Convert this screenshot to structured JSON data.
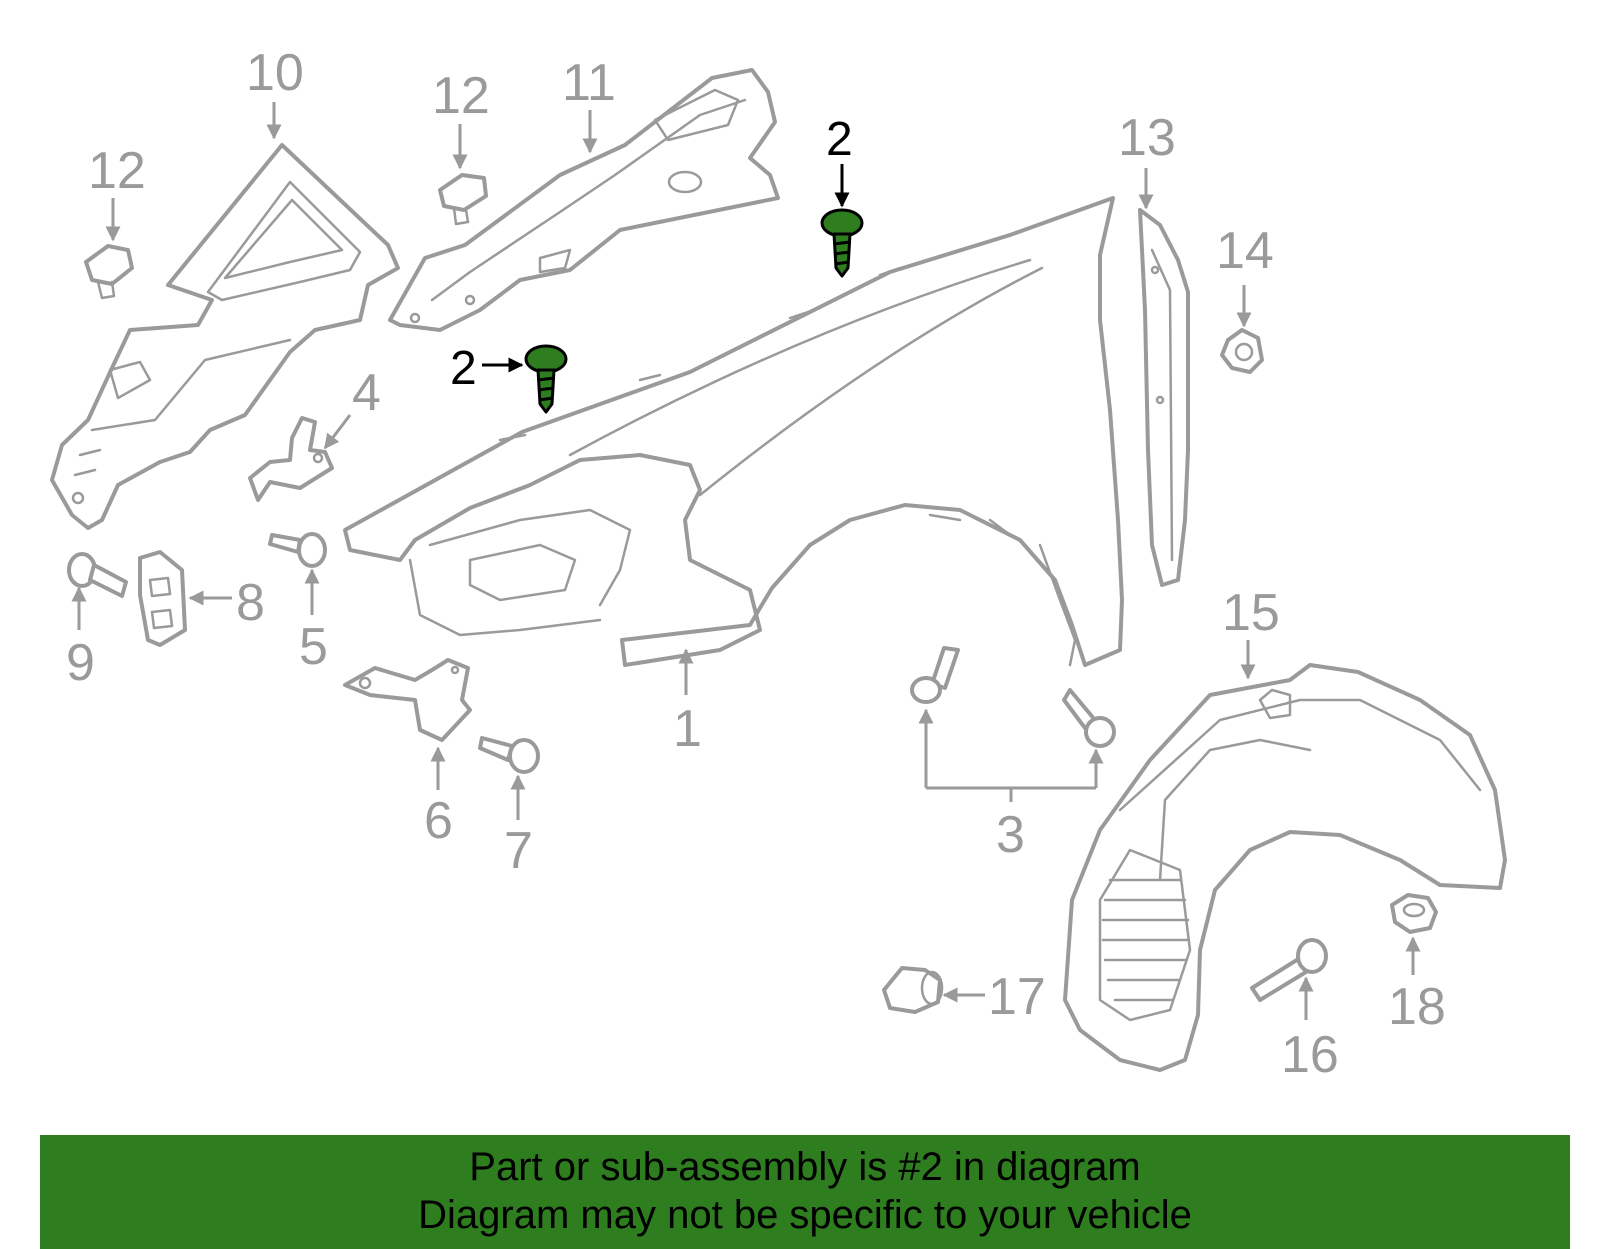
{
  "colors": {
    "part_stroke": "#9a9a9a",
    "highlight_fill": "#2e7d1f",
    "banner_background": "#2e7d1f",
    "highlight_text": "#000000"
  },
  "callouts": {
    "c1": "1",
    "c2a": "2",
    "c2b": "2",
    "c3": "3",
    "c4": "4",
    "c5": "5",
    "c6": "6",
    "c7": "7",
    "c8": "8",
    "c9": "9",
    "c10": "10",
    "c11": "11",
    "c12a": "12",
    "c12b": "12",
    "c13": "13",
    "c14": "14",
    "c15": "15",
    "c16": "16",
    "c17": "17",
    "c18": "18"
  },
  "highlighted_part": "2",
  "banner": {
    "line1": "Part or sub-assembly is #2 in diagram",
    "line2": "Diagram may not be specific to your vehicle"
  }
}
